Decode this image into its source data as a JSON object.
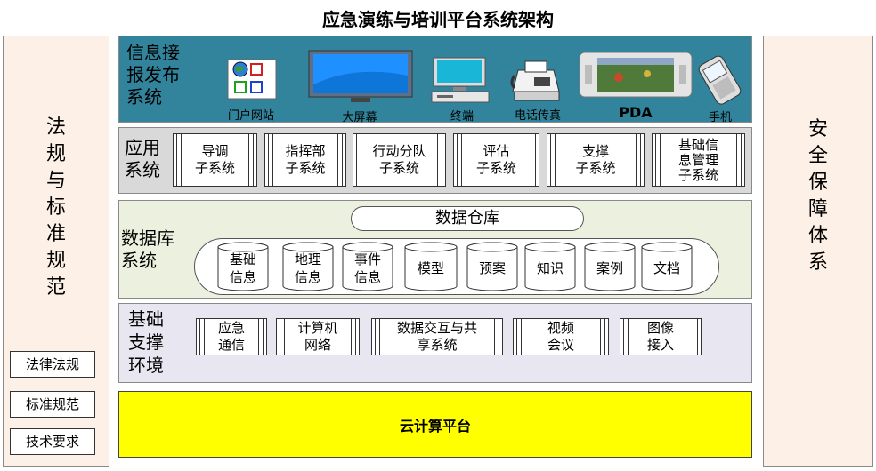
{
  "title": "应急演练与培训平台系统架构",
  "left_panel": {
    "vertical_title": [
      "法",
      "规",
      "与",
      "标",
      "准",
      "规",
      "范"
    ],
    "boxes": [
      "法律法规",
      "标准规范",
      "技术要求"
    ]
  },
  "right_panel": {
    "vertical_title": [
      "安",
      "全",
      "保",
      "障",
      "体",
      "系"
    ]
  },
  "layer1": {
    "label": "信息接\n报发布\n系统",
    "devices": [
      {
        "icon": "portal-icon",
        "label": "门户网站"
      },
      {
        "icon": "big-screen-icon",
        "label": "大屏幕"
      },
      {
        "icon": "terminal-icon",
        "label": "终端"
      },
      {
        "icon": "fax-icon",
        "label": "电话传真"
      },
      {
        "icon": "pda-icon",
        "label": "PDA"
      },
      {
        "icon": "mobile-phone-icon",
        "label": "手机"
      }
    ]
  },
  "layer2": {
    "label": "应用\n系统",
    "subsystems": [
      "导调\n子系统",
      "指挥部\n子系统",
      "行动分队\n子系统",
      "评估\n子系统",
      "支撑\n子系统",
      "基础信\n息管理\n子系统"
    ]
  },
  "layer3": {
    "label": "数据库\n系统",
    "warehouse": "数据仓库",
    "databases": [
      "基础\n信息",
      "地理\n信息",
      "事件\n信息",
      "模型",
      "预案",
      "知识",
      "案例",
      "文档"
    ]
  },
  "layer4": {
    "label": "基础\n支撑\n环境",
    "items": [
      "应急\n通信",
      "计算机\n网络",
      "数据交互与共\n享系统",
      "视频\n会议",
      "图像\n接入"
    ]
  },
  "layer5": {
    "label": "云计算平台"
  },
  "colors": {
    "info_layer": "#31849b",
    "app_layer": "#d9d9d9",
    "db_layer": "#ebf1de",
    "support_layer": "#e8e7f1",
    "cloud_layer": "#ffff00",
    "side_panel": "#fdf0e6"
  }
}
